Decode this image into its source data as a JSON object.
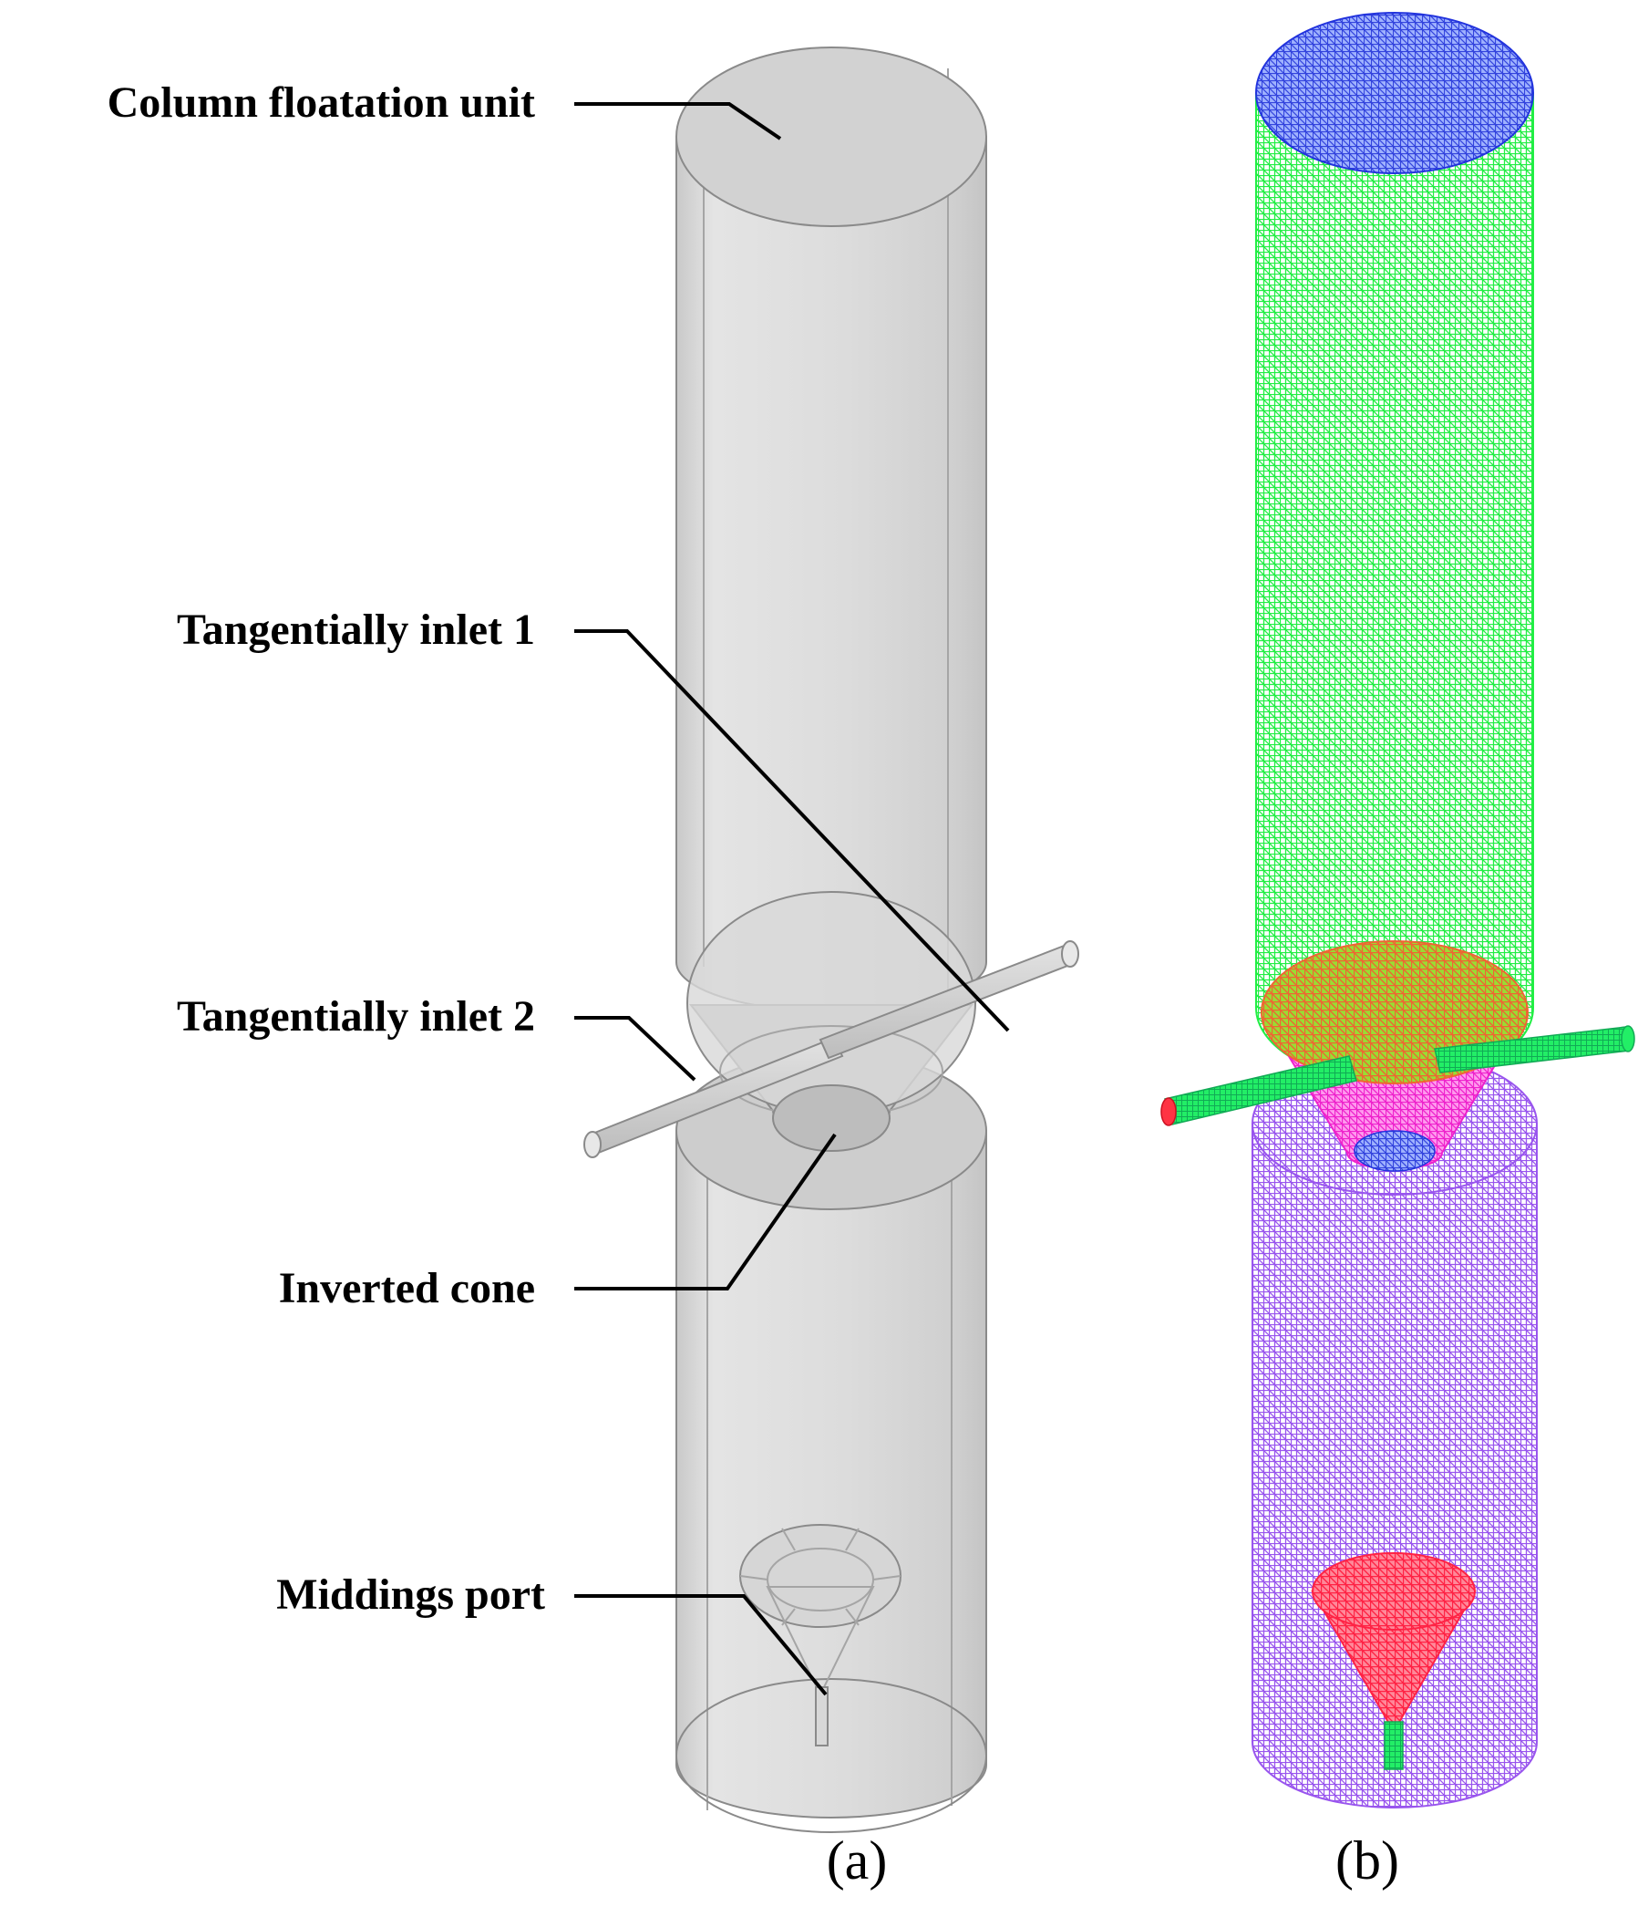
{
  "figure": {
    "labels": {
      "column_unit": "Column floatation unit",
      "inlet_1": "Tangentially inlet 1",
      "inlet_2": "Tangentially inlet 2",
      "inverted_cone": "Inverted cone",
      "middings_port": "Middings port"
    },
    "captions": {
      "a": "(a)",
      "b": "(b)"
    },
    "colors": {
      "solid_fill": "#d9d9d9",
      "solid_edge": "#8a8a8a",
      "mesh_upper_column": "#22ee44",
      "mesh_top_cap": "#4455ee",
      "mesh_cone": "#ee33cc",
      "mesh_cone_rim": "#dd8833",
      "mesh_lower_column": "#9955ee",
      "mesh_middings_cone": "#ff3355",
      "mesh_inlet_pipe": "#22ee66",
      "mesh_inlet_cap": "#ff3344"
    }
  }
}
